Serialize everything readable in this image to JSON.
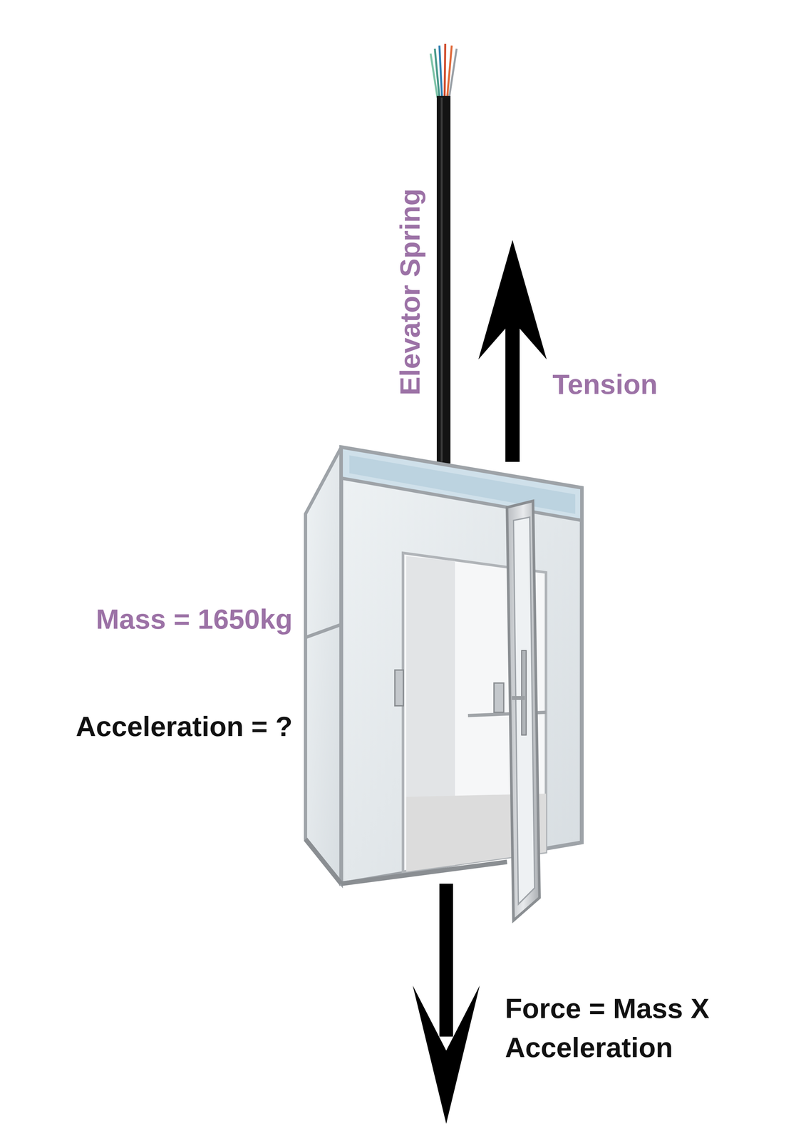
{
  "diagram": {
    "labels": [
      "Elevator Spring",
      "Tension",
      "Mass = 1650kg",
      "Acceleration = ?",
      "Force = Mass X Acceleration"
    ]
  }
}
